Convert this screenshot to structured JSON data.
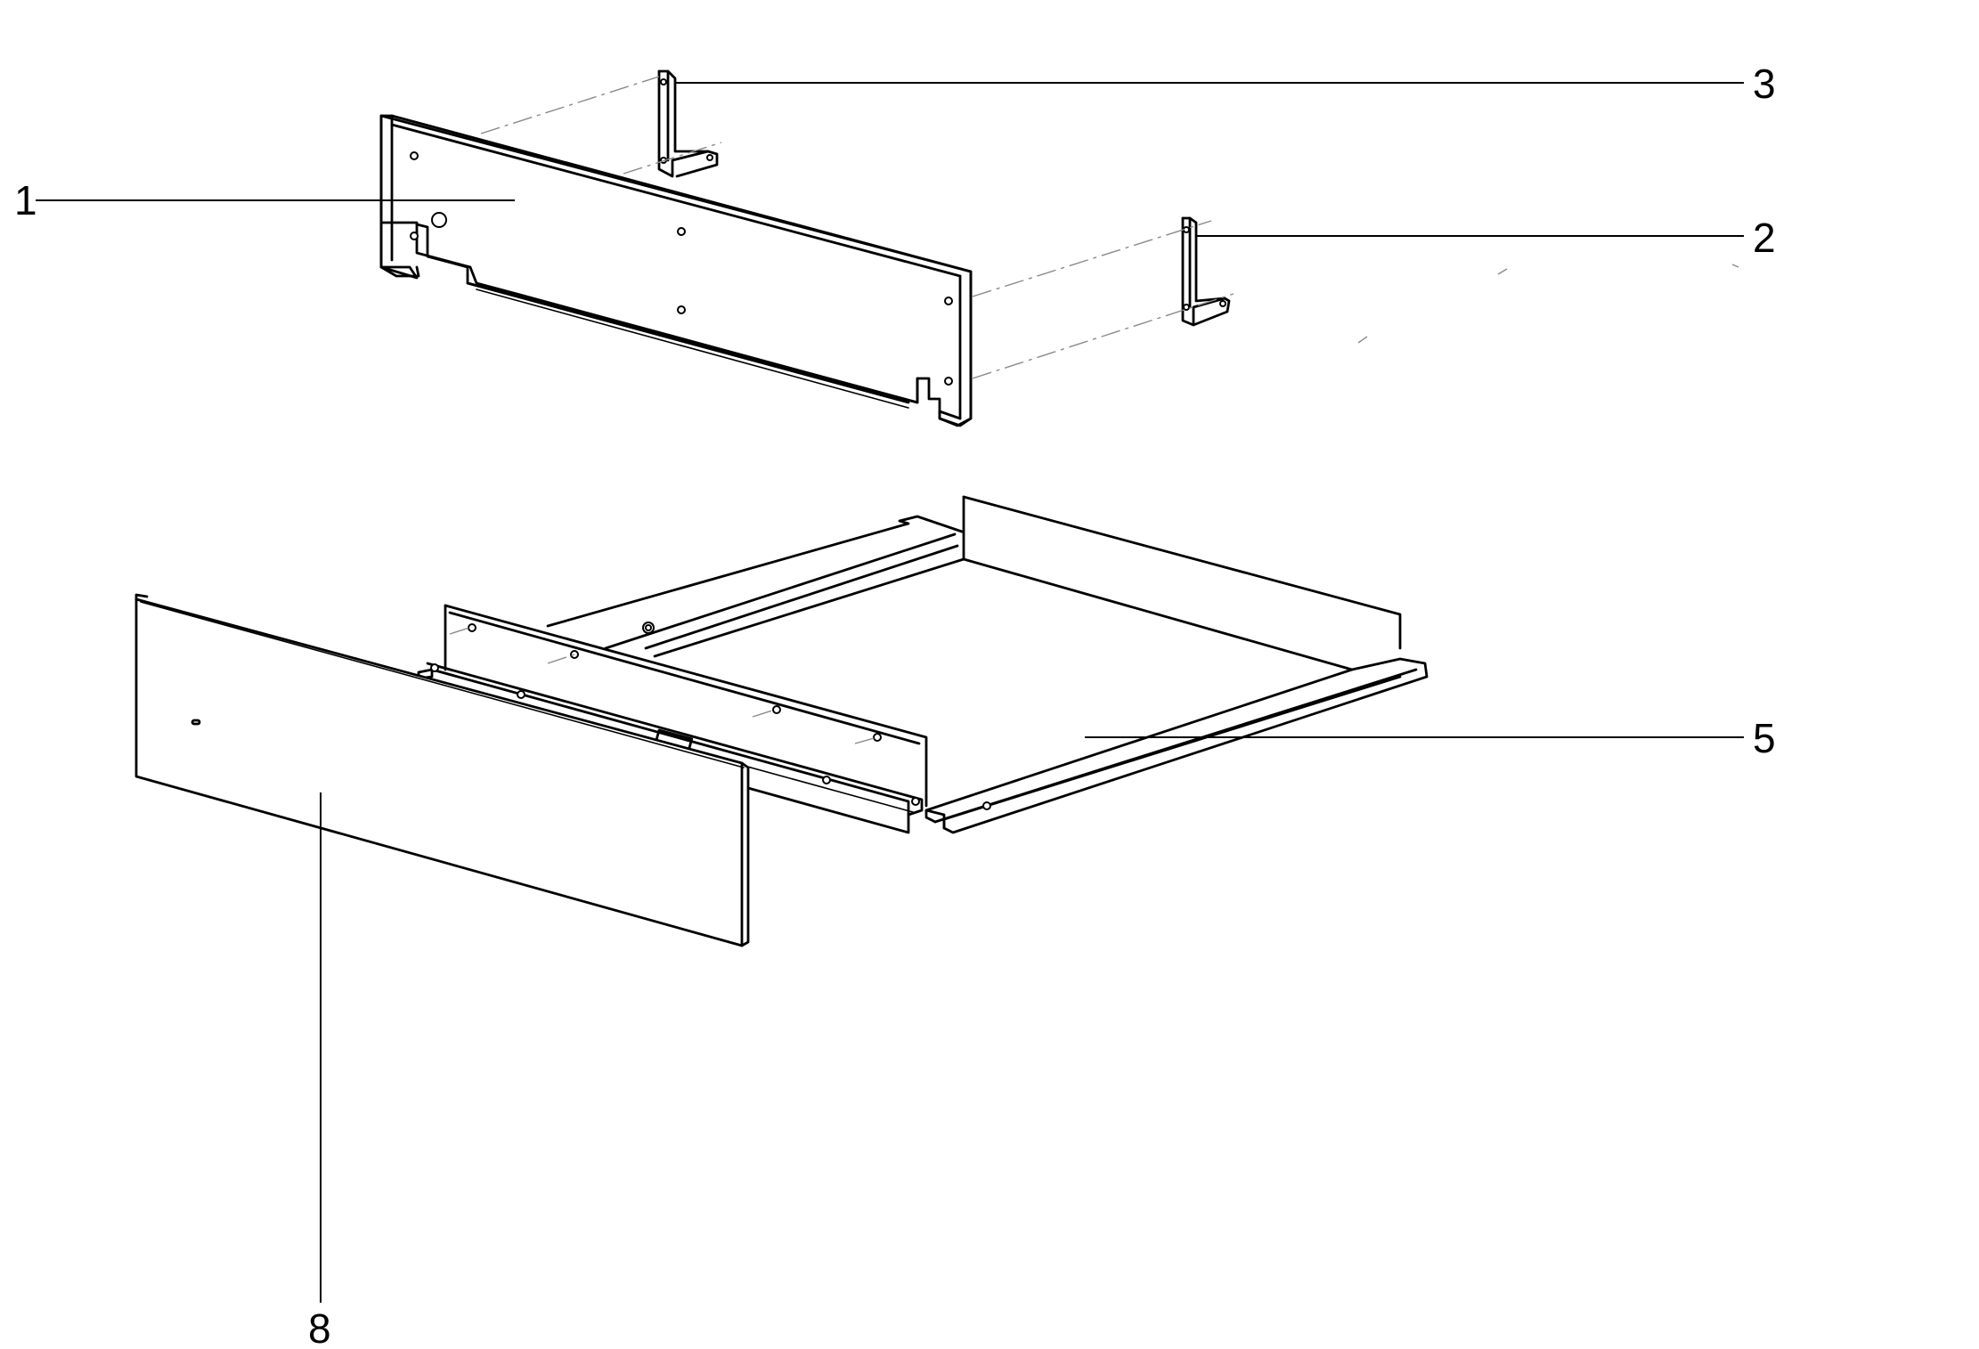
{
  "diagram": {
    "type": "exploded-parts-view",
    "callouts": [
      {
        "id": "1",
        "label": "1"
      },
      {
        "id": "2",
        "label": "2"
      },
      {
        "id": "3",
        "label": "3"
      },
      {
        "id": "5",
        "label": "5"
      },
      {
        "id": "8",
        "label": "8"
      }
    ]
  }
}
